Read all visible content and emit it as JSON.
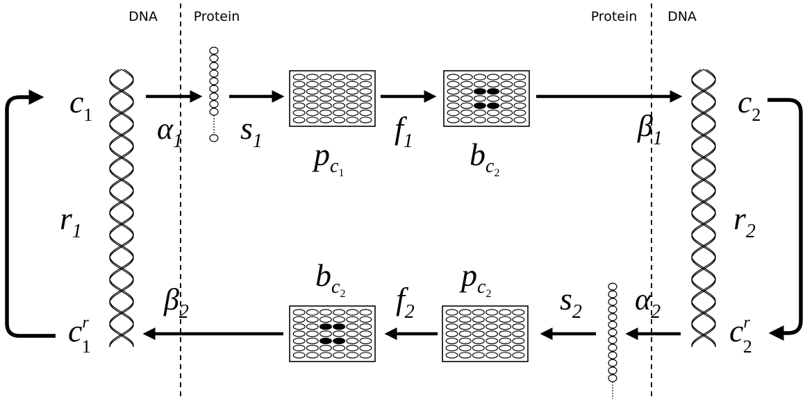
{
  "headers": {
    "left_dna": "DNA",
    "left_protein": "Protein",
    "right_protein": "Protein",
    "right_dna": "DNA"
  },
  "labels": {
    "c1": {
      "base": "c",
      "sub": "1"
    },
    "c1r": {
      "base": "c",
      "sup": "r",
      "sub": "1"
    },
    "c2": {
      "base": "c",
      "sub": "2"
    },
    "c2r": {
      "base": "c",
      "sup": "r",
      "sub": "2"
    },
    "r1": {
      "base": "r",
      "sub": "1"
    },
    "r2": {
      "base": "r",
      "sub": "2"
    },
    "alpha1": {
      "base": "α",
      "sub": "1"
    },
    "alpha2": {
      "base": "α",
      "sub": "2"
    },
    "s1": {
      "base": "s",
      "sub": "1"
    },
    "s2": {
      "base": "s",
      "sub": "2"
    },
    "f1": {
      "base": "f",
      "sub": "1"
    },
    "f2": {
      "base": "f",
      "sub": "2"
    },
    "beta1": {
      "base": "β",
      "sub": "1"
    },
    "beta2": {
      "base": "β",
      "sub": "2"
    },
    "pc1": {
      "base": "p",
      "sub": "c",
      "subsub": "1"
    },
    "pc2": {
      "base": "p",
      "sub": "c",
      "subsub": "2"
    },
    "bc2_top": {
      "base": "b",
      "sub": "c",
      "subsub": "2"
    },
    "bc2_bottom": {
      "base": "b",
      "sub": "c",
      "subsub": "2"
    }
  },
  "colors": {
    "ink": "#000000",
    "background": "#ffffff"
  }
}
